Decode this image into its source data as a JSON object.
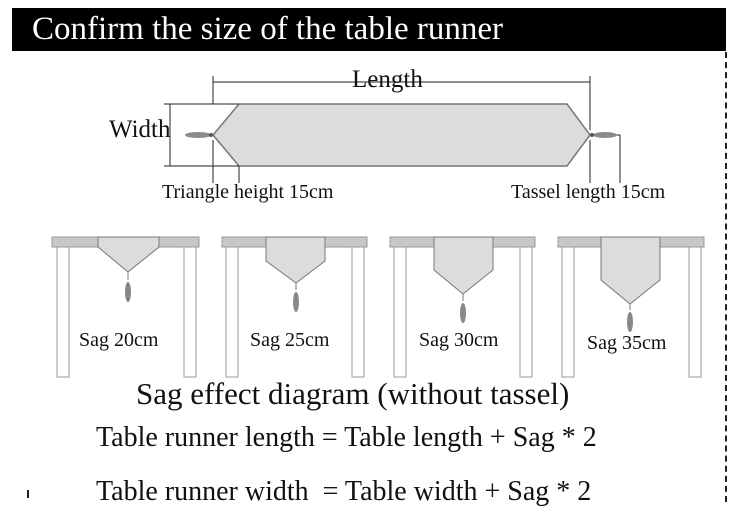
{
  "header": {
    "title": "Confirm the size of the table runner"
  },
  "labels": {
    "length": "Length",
    "width": "Width",
    "triangle_height": "Triangle height 15cm",
    "tassel_length": "Tassel length 15cm"
  },
  "sag_examples": [
    {
      "label": "Sag 20cm",
      "sag_cm": 20
    },
    {
      "label": "Sag 25cm",
      "sag_cm": 25
    },
    {
      "label": "Sag 30cm",
      "sag_cm": 30
    },
    {
      "label": "Sag 35cm",
      "sag_cm": 35
    }
  ],
  "caption": "Sag effect diagram (without tassel)",
  "formulas": {
    "length": "Table runner length = Table length + Sag * 2",
    "width": "Table runner width  = Table width + Sag * 2"
  },
  "colors": {
    "header_bg": "#000000",
    "header_text": "#ffffff",
    "runner_fill": "#dcdcdc",
    "runner_stroke": "#777777",
    "tabletop": "#c8c8c8"
  }
}
